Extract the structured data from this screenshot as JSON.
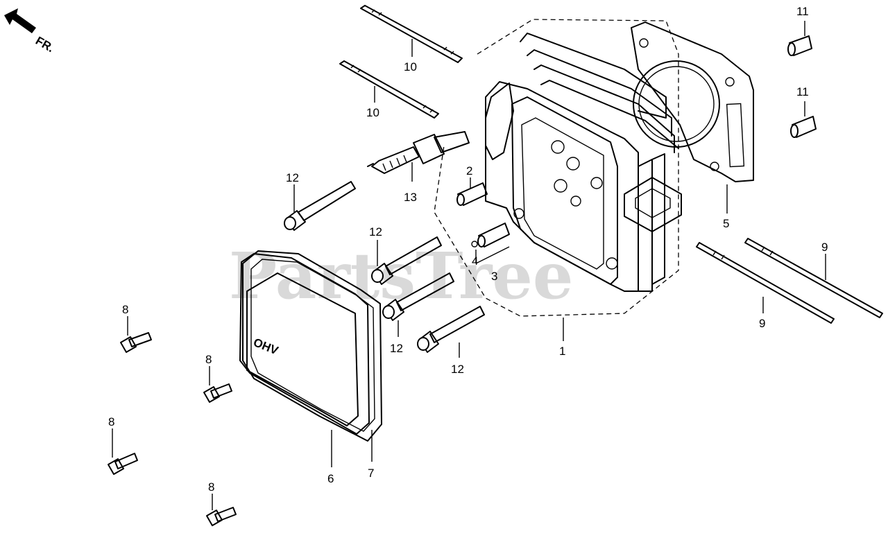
{
  "watermark": "PartsTree",
  "direction": {
    "text": "FR."
  },
  "callouts": {
    "c1": "1",
    "c2": "2",
    "c3": "3",
    "c4": "4",
    "c5": "5",
    "c6": "6",
    "c7": "7",
    "c8a": "8",
    "c8b": "8",
    "c8c": "8",
    "c8d": "8",
    "c9a": "9",
    "c9b": "9",
    "c10a": "10",
    "c10b": "10",
    "c11a": "11",
    "c11b": "11",
    "c12a": "12",
    "c12b": "12",
    "c12c": "12",
    "c12d": "12",
    "c13": "13"
  },
  "cover_text": "OHV"
}
